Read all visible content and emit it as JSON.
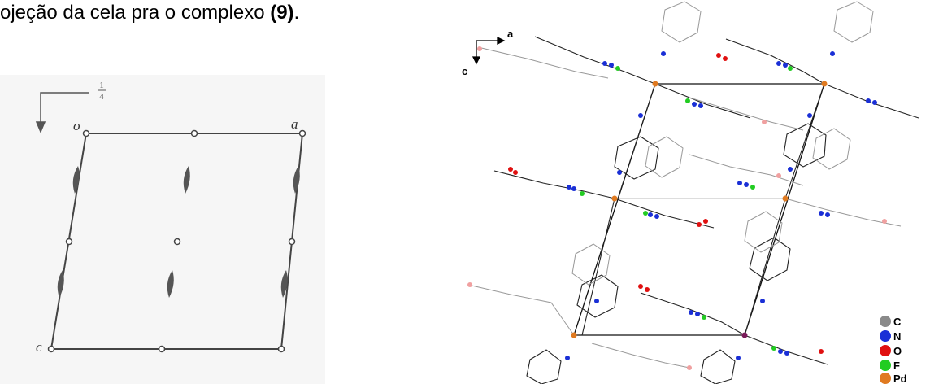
{
  "caption": {
    "text": "ojeção da cela pra o complexo ",
    "bold": "(9)",
    "end": "."
  },
  "left_diagram": {
    "axis_fraction_top": "1",
    "axis_fraction_bottom": "4",
    "label_origin": "o",
    "label_a": "a",
    "label_c": "c"
  },
  "right_figure": {
    "axis_a": "a",
    "axis_c": "c",
    "legend": [
      {
        "symbol": "C",
        "color": "#8a8a8a"
      },
      {
        "symbol": "N",
        "color": "#1a2fd6"
      },
      {
        "symbol": "O",
        "color": "#e01010"
      },
      {
        "symbol": "F",
        "color": "#22cc22"
      },
      {
        "symbol": "Pd",
        "color": "#e07a20"
      }
    ]
  }
}
